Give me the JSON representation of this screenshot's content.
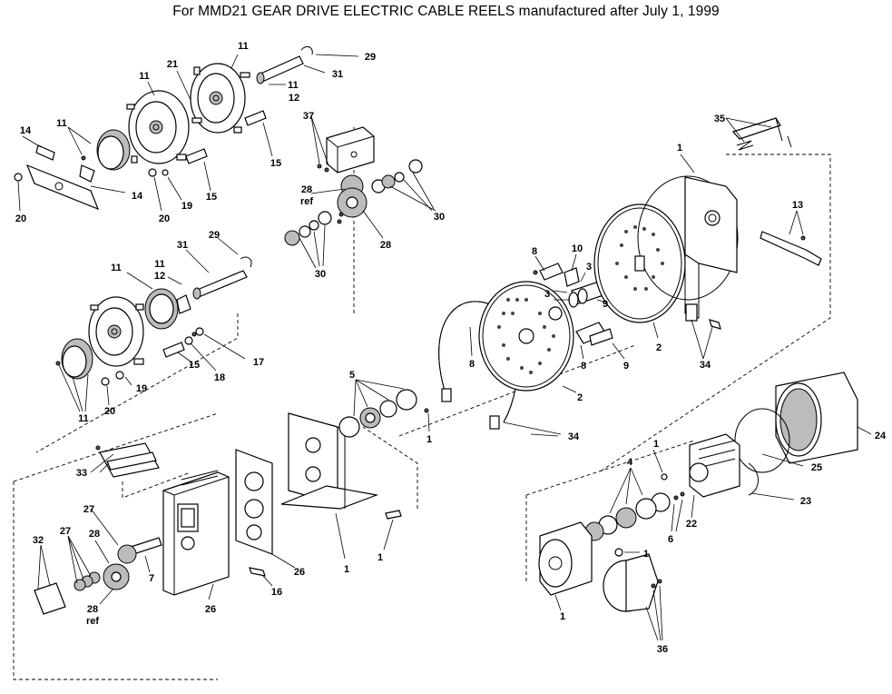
{
  "title": "For MMD21 GEAR DRIVE ELECTRIC CABLE REELS manufactured after July 1, 1999",
  "callouts": {
    "c29a": "29",
    "c31a": "31",
    "c11a": "11",
    "c11b": "11",
    "c12a": "12",
    "c21": "21",
    "c11c": "11",
    "c14a": "14",
    "c11d": "11",
    "c14b": "14",
    "c20a": "20",
    "c20b": "20",
    "c19a": "19",
    "c15a": "15",
    "c15b": "15",
    "c37": "37",
    "c28refA": "28",
    "c28refA2": "ref",
    "c28a": "28",
    "c30a": "30",
    "c30b": "30",
    "c31b": "31",
    "c29b": "29",
    "c11e": "11",
    "c12b": "12",
    "c11f": "11",
    "c17": "17",
    "c18": "18",
    "c15c": "15",
    "c19b": "19",
    "c20c": "20",
    "c11g": "11",
    "c35": "35",
    "c1a": "1",
    "c13": "13",
    "c8a": "8",
    "c10": "10",
    "c3a": "3",
    "c3b": "3",
    "c9a": "9",
    "c9b": "9",
    "c8b": "8",
    "c8c": "8",
    "c2a": "2",
    "c2b": "2",
    "c34a": "34",
    "c34b": "34",
    "c5": "5",
    "c1b": "1",
    "c33": "33",
    "c26a": "26",
    "c26b": "26",
    "c1c": "1",
    "c1d": "1",
    "c27a": "27",
    "c27b": "27",
    "c28b": "28",
    "c7": "7",
    "c32": "32",
    "c28refB": "28",
    "c28refB2": "ref",
    "c16": "16",
    "c24": "24",
    "c25": "25",
    "c1e": "1",
    "c4": "4",
    "c22": "22",
    "c6": "6",
    "c23": "23",
    "c1f": "1",
    "c1g": "1",
    "c36": "36"
  }
}
